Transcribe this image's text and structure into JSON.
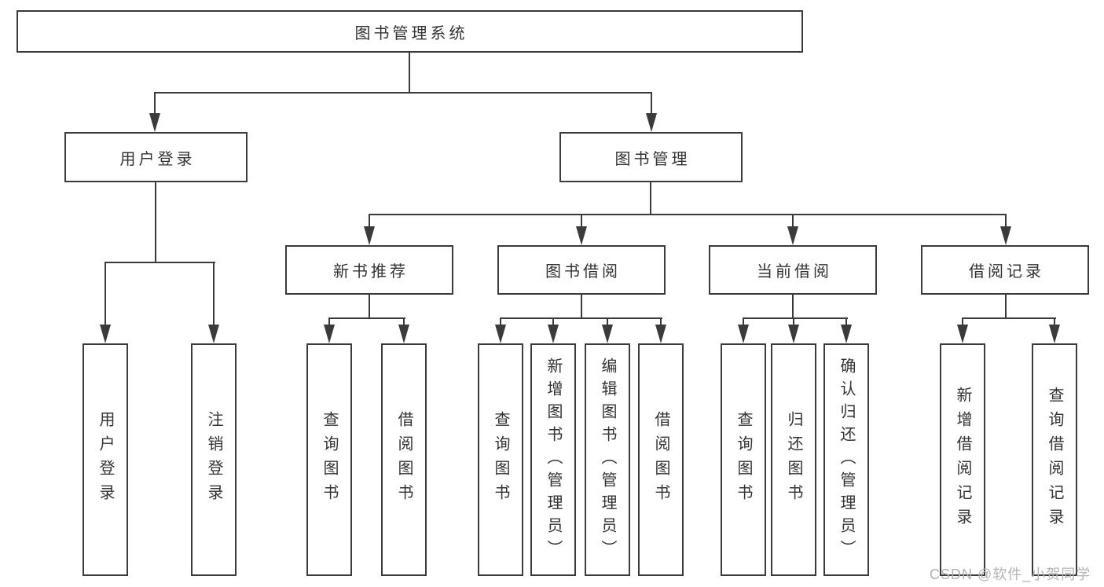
{
  "nodes": {
    "root": {
      "label": "图书管理系统"
    },
    "user_login": {
      "label": "用户登录"
    },
    "book_mgmt": {
      "label": "图书管理"
    },
    "new_book_rec": {
      "label": "新书推荐"
    },
    "book_borrow": {
      "label": "图书借阅"
    },
    "current_borrow": {
      "label": "当前借阅"
    },
    "borrow_record": {
      "label": "借阅记录"
    },
    "leaf_user_login": {
      "label": "用户登录"
    },
    "leaf_logout": {
      "label": "注销登录"
    },
    "leaf_query_book_1": {
      "label": "查询图书"
    },
    "leaf_borrow_book_1": {
      "label": "借阅图书"
    },
    "leaf_query_book_2": {
      "label": "查询图书"
    },
    "leaf_add_book": {
      "label": "新增图书（管理员）"
    },
    "leaf_edit_book": {
      "label": "编辑图书（管理员）"
    },
    "leaf_borrow_book_2": {
      "label": "借阅图书"
    },
    "leaf_query_book_3": {
      "label": "查询图书"
    },
    "leaf_return_book": {
      "label": "归还图书"
    },
    "leaf_confirm_return": {
      "label": "确认归还（管理员）"
    },
    "leaf_add_record": {
      "label": "新增借阅记录"
    },
    "leaf_query_record": {
      "label": "查询借阅记录"
    }
  },
  "watermark": "CSDN @软件_小贺同学",
  "colors": {
    "line": "#3b3b3b",
    "text": "#333333",
    "watermark": "#b3b3b3",
    "background": "#ffffff"
  }
}
